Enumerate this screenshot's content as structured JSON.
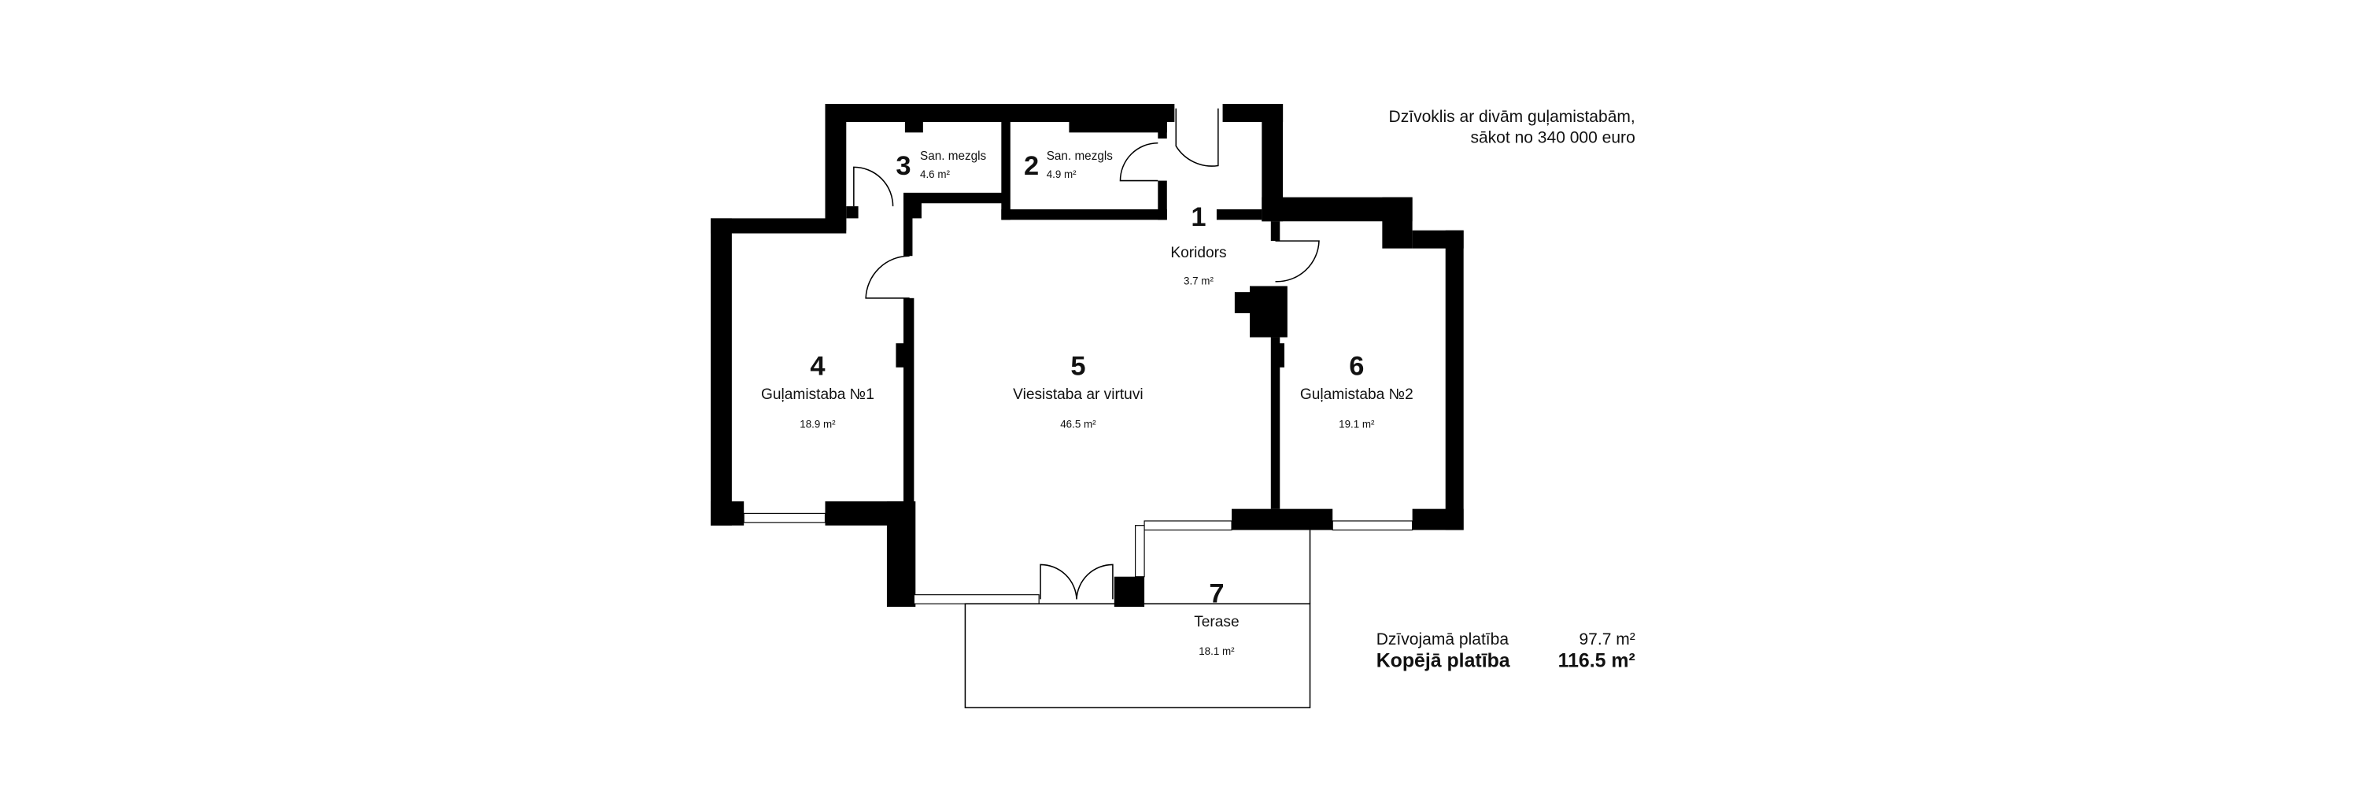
{
  "info": {
    "line1": "Dzīvoklis ar divām guļamistabām,",
    "line2": "sākot no 340 000 euro"
  },
  "rooms": [
    {
      "number": "1",
      "name": "Koridors",
      "area": "3.7 m²"
    },
    {
      "number": "2",
      "name": "San. mezgls",
      "area": "4.9 m²"
    },
    {
      "number": "3",
      "name": "San. mezgls",
      "area": "4.6 m²"
    },
    {
      "number": "4",
      "name": "Guļamistaba №1",
      "area": "18.9 m²"
    },
    {
      "number": "5",
      "name": "Viesistaba ar virtuvi",
      "area": "46.5 m²"
    },
    {
      "number": "6",
      "name": "Guļamistaba №2",
      "area": "19.1 m²"
    },
    {
      "number": "7",
      "name": "Terase",
      "area": "18.1 m²"
    }
  ],
  "totals": {
    "living_label": "Dzīvojamā platība",
    "living_value": "97.7 m²",
    "total_label": "Kopējā platība",
    "total_value": "116.5 m²"
  }
}
